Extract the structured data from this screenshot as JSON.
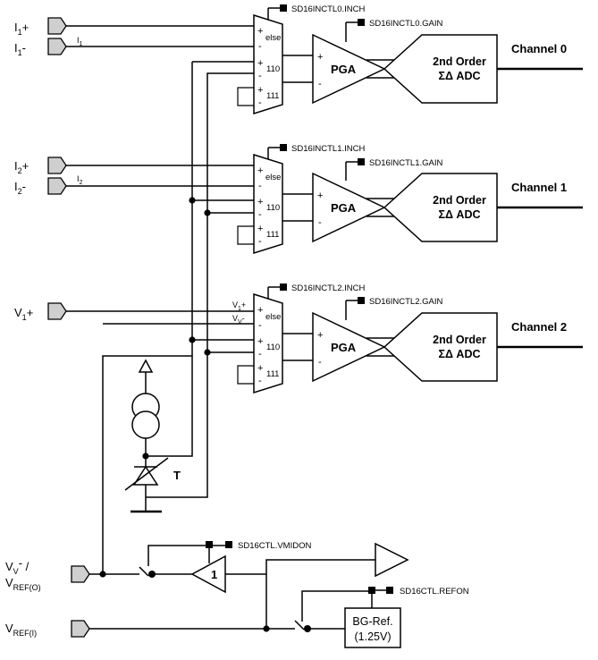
{
  "inputs": {
    "i1_plus": "I",
    "i1_plus_sub": "1",
    "i1_plus_sign": "+",
    "i1_minus": "I",
    "i1_minus_sub": "1",
    "i1_minus_sign": "-",
    "i1_wire": "I",
    "i1_wire_sub": "1",
    "i2_plus": "I",
    "i2_plus_sub": "2",
    "i2_plus_sign": "+",
    "i2_minus": "I",
    "i2_minus_sub": "2",
    "i2_minus_sign": "-",
    "i2_wire": "I",
    "i2_wire_sub": "2",
    "v1_plus": "V",
    "v1_plus_sub": "1",
    "v1_plus_sign": "+",
    "v1_wire": "V",
    "v1_wire_sub": "1",
    "v1_wire_sign": "+",
    "vv_wire": "V",
    "vv_wire_sub": "V",
    "vv_wire_sign": "-"
  },
  "channels": [
    {
      "inch_ctl": "SD16INCTL0.INCH",
      "gain_ctl": "SD16INCTL0.GAIN",
      "mux": {
        "else": "else",
        "sel110": "110",
        "sel111": "111"
      },
      "pga": "PGA",
      "adc_line1": "2nd Order",
      "adc_line2": "ΣΔ ADC",
      "output": "Channel 0"
    },
    {
      "inch_ctl": "SD16INCTL1.INCH",
      "gain_ctl": "SD16INCTL1.GAIN",
      "mux": {
        "else": "else",
        "sel110": "110",
        "sel111": "111"
      },
      "pga": "PGA",
      "adc_line1": "2nd Order",
      "adc_line2": "ΣΔ ADC",
      "output": "Channel 1"
    },
    {
      "inch_ctl": "SD16INCTL2.INCH",
      "gain_ctl": "SD16INCTL2.GAIN",
      "mux": {
        "else": "else",
        "sel110": "110",
        "sel111": "111"
      },
      "pga": "PGA",
      "adc_line1": "2nd Order",
      "adc_line2": "ΣΔ ADC",
      "output": "Channel 2"
    }
  ],
  "temp_sensor": {
    "label": "T"
  },
  "reference": {
    "vmid_ctl": "SD16CTL.VMIDON",
    "refon_ctl": "SD16CTL.REFON",
    "buffer_gain": "1",
    "bg_line1": "BG-Ref.",
    "bg_line2": "(1.25V)",
    "vref_out": {
      "main": "V",
      "sub": "V",
      "sign": "-",
      "slash": " /",
      "main2": "V",
      "sub2": "REF(O)"
    },
    "vref_in": {
      "main": "V",
      "sub": "REF(I)"
    }
  }
}
